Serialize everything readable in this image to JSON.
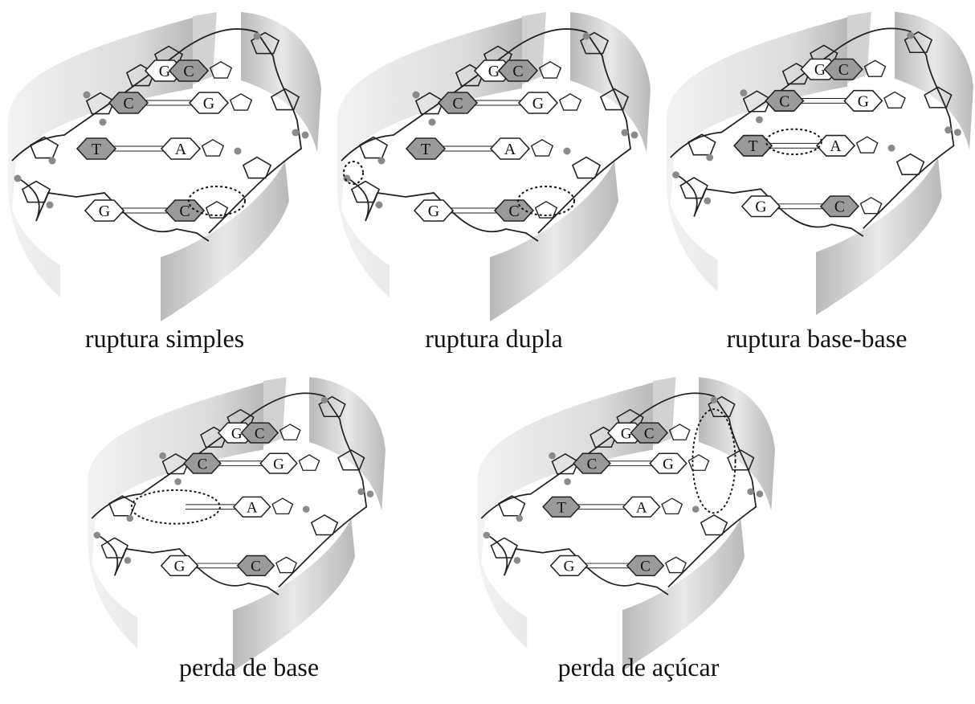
{
  "panels": [
    {
      "caption": "ruptura simples",
      "damage": "single-strand-break",
      "base_pairs": [
        [
          "G",
          "C"
        ],
        [
          "C",
          "G"
        ],
        [
          "T",
          "A"
        ],
        [
          "G",
          "C"
        ]
      ]
    },
    {
      "caption": "ruptura dupla",
      "damage": "double-strand-break",
      "base_pairs": [
        [
          "G",
          "C"
        ],
        [
          "C",
          "G"
        ],
        [
          "T",
          "A"
        ],
        [
          "G",
          "C"
        ]
      ]
    },
    {
      "caption": "ruptura base-base",
      "damage": "base-base-break",
      "base_pairs": [
        [
          "G",
          "C"
        ],
        [
          "C",
          "G"
        ],
        [
          "T",
          "A"
        ],
        [
          "G",
          "C"
        ]
      ]
    },
    {
      "caption": "perda de base",
      "damage": "base-loss",
      "base_pairs": [
        [
          "G",
          "C"
        ],
        [
          "C",
          "G"
        ],
        [
          "",
          "A"
        ],
        [
          "G",
          "C"
        ]
      ]
    },
    {
      "caption": "perda de açúcar",
      "damage": "sugar-loss",
      "base_pairs": [
        [
          "G",
          "C"
        ],
        [
          "C",
          "G"
        ],
        [
          "T",
          "A"
        ],
        [
          "G",
          "C"
        ]
      ]
    }
  ],
  "colors": {
    "ribbon_light": "#f2f2f2",
    "ribbon_dark": "#b9b9b9",
    "base_purine_fill": "#ffffff",
    "base_pyrimidine_fill": "#9a9a9a",
    "backbone": "#222222",
    "phosphate": "#8a8a8a"
  }
}
